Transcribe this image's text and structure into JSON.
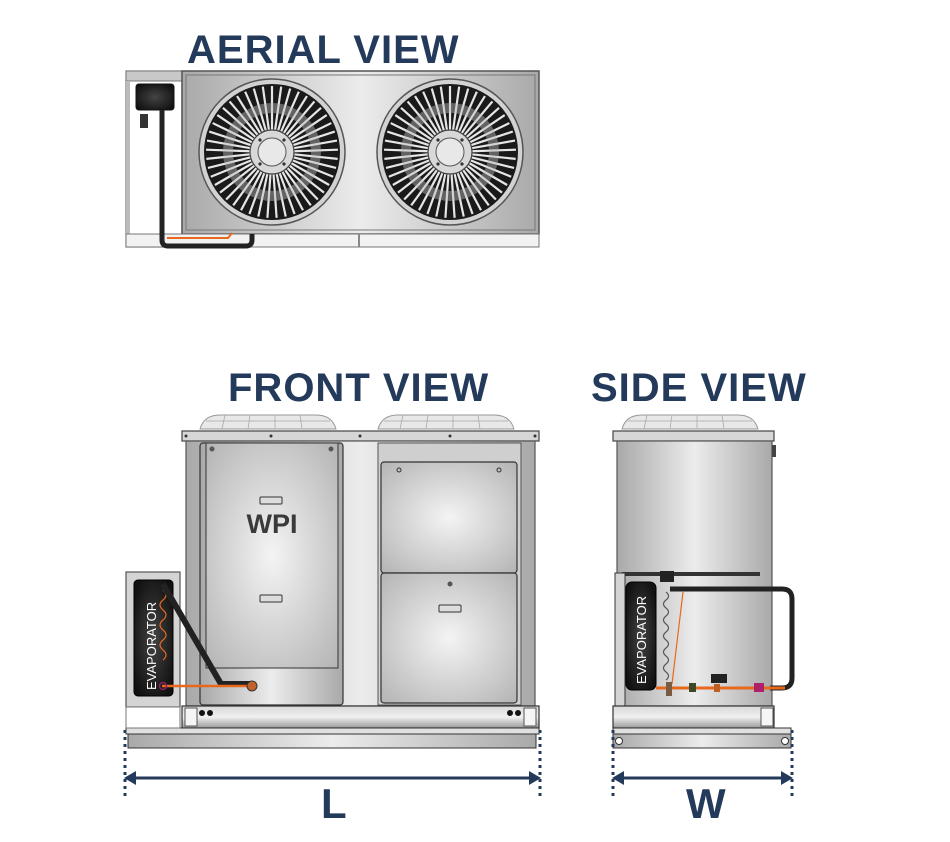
{
  "views": {
    "aerial": {
      "title": "AERIAL VIEW"
    },
    "front": {
      "title": "FRONT VIEW",
      "brand_logo": "WPI",
      "evaporator_label": "EVAPORATOR"
    },
    "side": {
      "title": "SIDE VIEW",
      "evaporator_label": "EVAPORATOR"
    }
  },
  "dimensions": {
    "length_label": "L",
    "width_label": "W"
  },
  "colors": {
    "title_navy": "#243a5a",
    "panel_gray": "#c8c8c8",
    "pipe_black": "#2a2a2a",
    "copper_orange": "#e8681e"
  },
  "icons": {
    "fan": "fan-icon",
    "dimension_arrow": "double-arrow-icon"
  }
}
